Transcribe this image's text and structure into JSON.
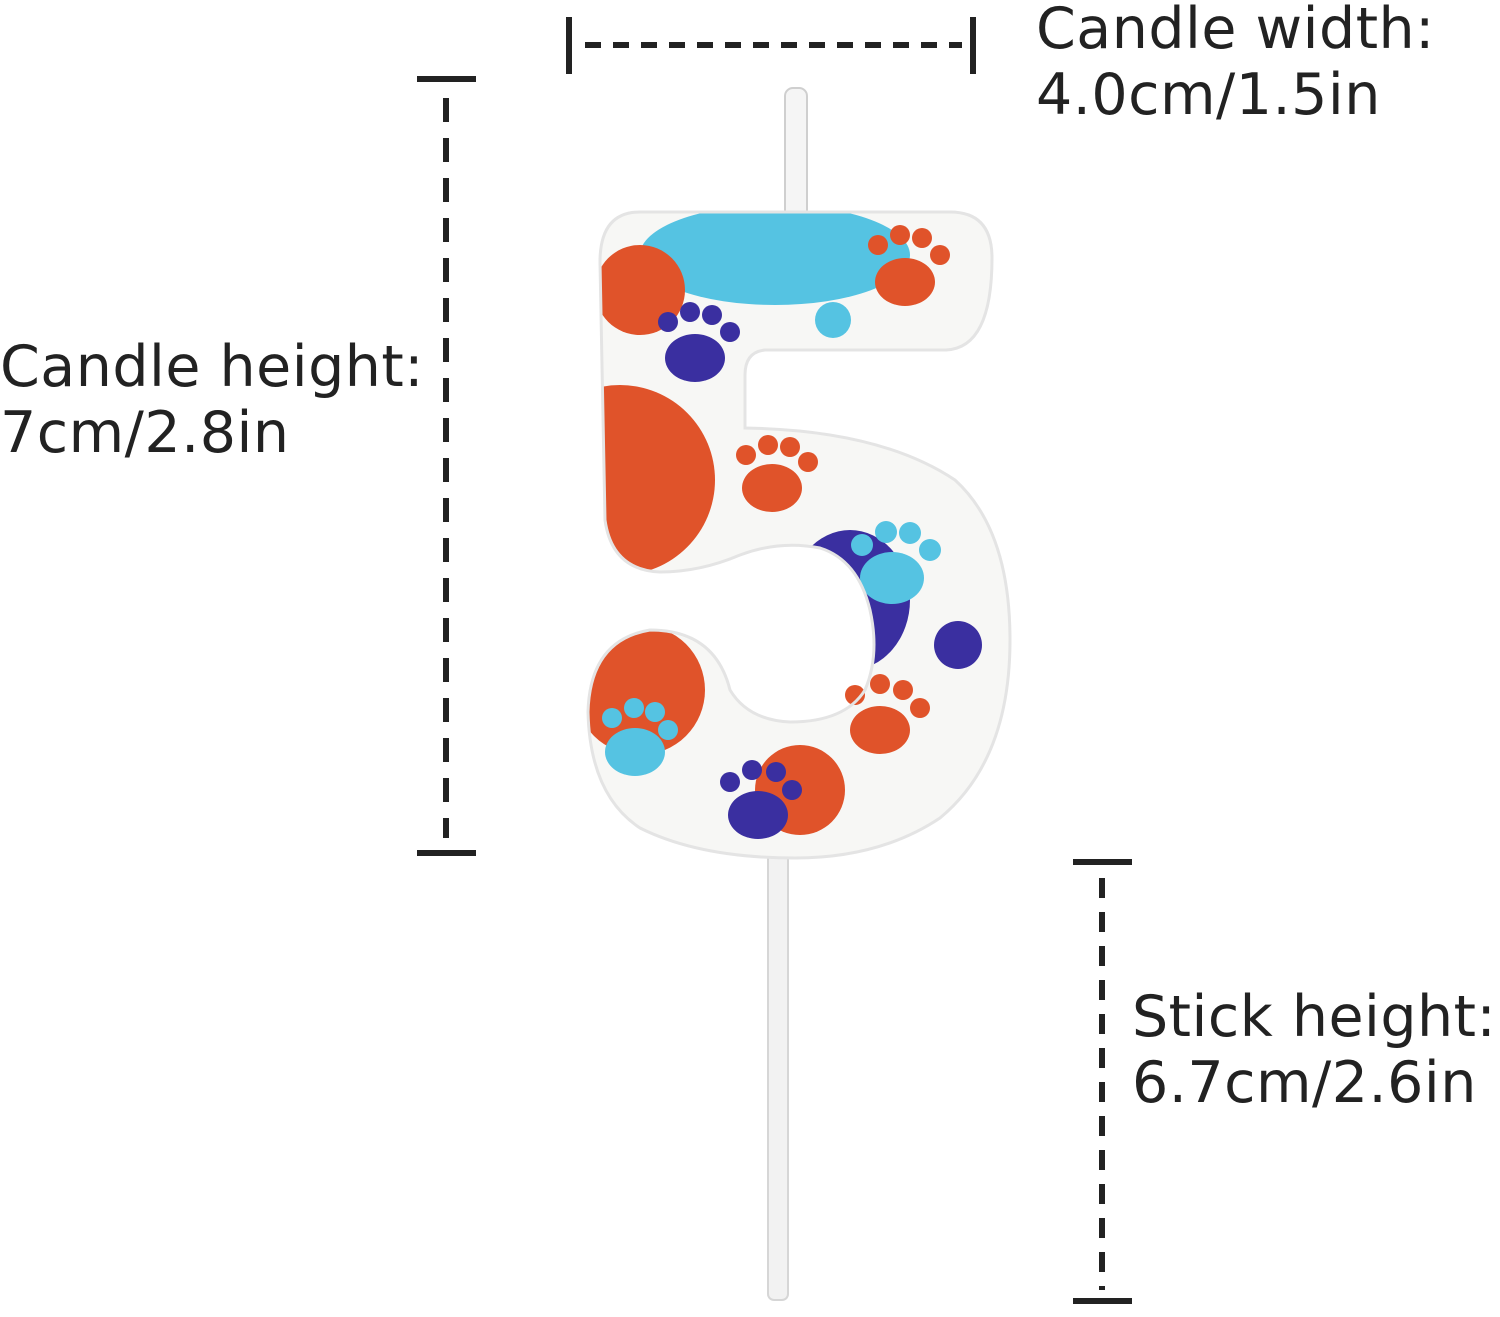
{
  "product": {
    "digit": "5",
    "colors": {
      "base": "#f7f7f5",
      "orange": "#e0532a",
      "light_blue": "#55c3e2",
      "navy": "#3a2fa0",
      "stick": "#f2f2f2",
      "dimension_lines": "#222222"
    }
  },
  "dimensions": {
    "width": {
      "label": "Candle width:",
      "value": "4.0cm/1.5in"
    },
    "height": {
      "label": "Candle height:",
      "value": "7cm/2.8in"
    },
    "stick": {
      "label": "Stick height:",
      "value": "6.7cm/2.6in"
    }
  }
}
